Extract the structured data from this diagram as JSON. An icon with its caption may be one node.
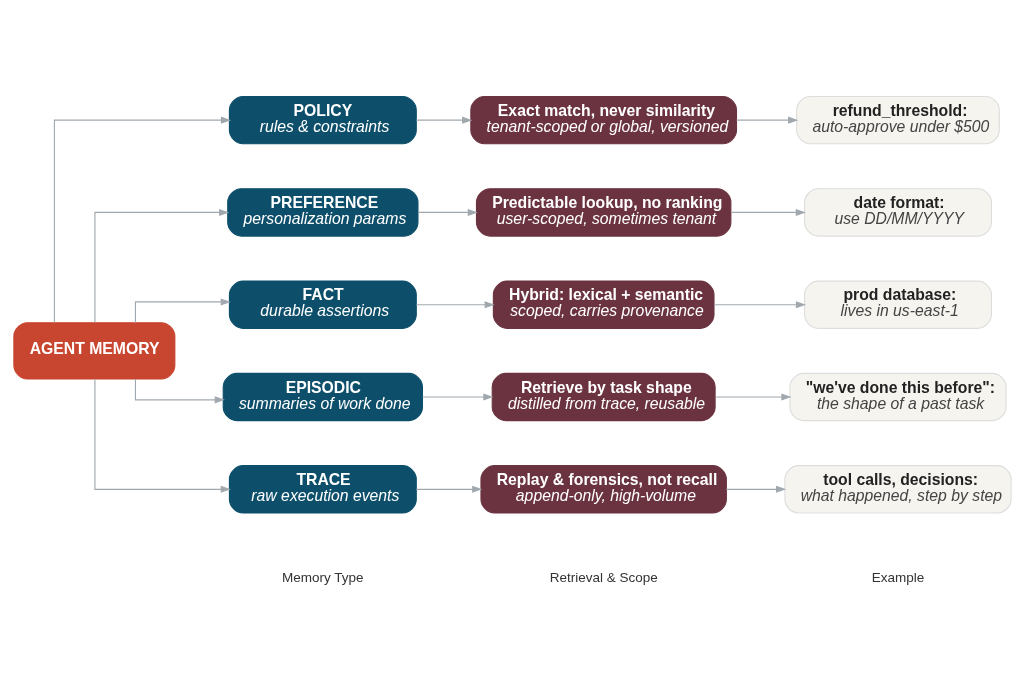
{
  "diagram": {
    "nodes": [
      {
        "text": [
          "AGENT MEMORY"
        ]
      },
      {
        "text": [
          "POLICY",
          "rules & constraints"
        ]
      },
      {
        "text": [
          "Exact match, never similarity",
          "tenant-scoped or global, versioned"
        ]
      },
      {
        "text": [
          "refund_threshold:",
          "auto-approve under $500"
        ]
      },
      {
        "text": [
          "PREFERENCE",
          "personalization params"
        ]
      },
      {
        "text": [
          "Predictable lookup, no ranking",
          "user-scoped, sometimes tenant"
        ]
      },
      {
        "text": [
          "date format:",
          "use DD/MM/YYYY"
        ]
      },
      {
        "text": [
          "FACT",
          "durable assertions"
        ]
      },
      {
        "text": [
          "Hybrid: lexical + semantic",
          "scoped, carries provenance"
        ]
      },
      {
        "text": [
          "prod database:",
          "lives in us-east-1"
        ]
      },
      {
        "text": [
          "EPISODIC",
          "summaries of work done"
        ]
      },
      {
        "text": [
          "Retrieve by task shape",
          "distilled from trace, reusable"
        ]
      },
      {
        "text": [
          "\"we've done this before\":",
          "the shape of a past task"
        ]
      },
      {
        "text": [
          "TRACE",
          "raw execution events"
        ]
      },
      {
        "text": [
          "Replay & forensics, not recall",
          "append-only, high-volume"
        ]
      },
      {
        "text": [
          "tool calls, decisions:",
          "what happened, step by step"
        ]
      }
    ],
    "edges": [
      {
        "from": 0,
        "to": 1,
        "arrow": "to"
      },
      {
        "from": 0,
        "to": 4,
        "arrow": "to"
      },
      {
        "from": 0,
        "to": 7,
        "arrow": "to"
      },
      {
        "from": 0,
        "to": 10,
        "arrow": "to"
      },
      {
        "from": 0,
        "to": 13,
        "arrow": "to"
      },
      {
        "from": 1,
        "to": 2,
        "arrow": "to"
      },
      {
        "from": 2,
        "to": 3,
        "arrow": "to"
      },
      {
        "from": 4,
        "to": 5,
        "arrow": "to"
      },
      {
        "from": 5,
        "to": 6,
        "arrow": "to"
      },
      {
        "from": 7,
        "to": 8,
        "arrow": "to"
      },
      {
        "from": 8,
        "to": 9,
        "arrow": "to"
      },
      {
        "from": 10,
        "to": 11,
        "arrow": "to"
      },
      {
        "from": 11,
        "to": 12,
        "arrow": "to"
      },
      {
        "from": 13,
        "to": 14,
        "arrow": "to"
      },
      {
        "from": 14,
        "to": 15,
        "arrow": "to"
      }
    ],
    "labels": [
      "Memory Type",
      "Retrieval & Scope",
      "Example"
    ]
  }
}
